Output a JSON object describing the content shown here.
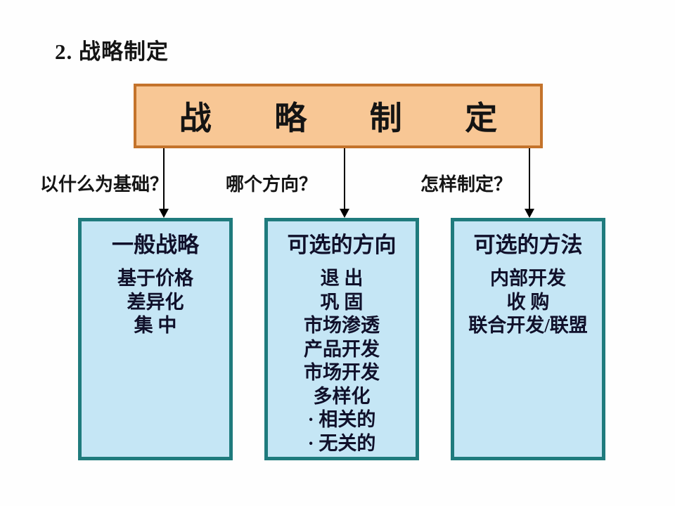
{
  "slide": {
    "title": "2. 战略制定"
  },
  "banner": {
    "text": "战 略 制 定"
  },
  "questions": [
    {
      "label": "以什么为基础？"
    },
    {
      "label": "哪个方向？"
    },
    {
      "label": "怎样制定？"
    }
  ],
  "boxes": [
    {
      "title": "一般战略",
      "items": [
        "基于价格",
        "差异化",
        "集 中"
      ]
    },
    {
      "title": "可选的方向",
      "items": [
        "退 出",
        "巩 固",
        "市场渗透",
        "产品开发",
        "市场开发",
        "多样化",
        "· 相关的",
        "· 无关的"
      ]
    },
    {
      "title": "可选的方法",
      "items": [
        "内部开发",
        "收 购",
        "联合开发/联盟"
      ]
    }
  ],
  "colors": {
    "banner_fill": "#F8C795",
    "banner_border": "#C4732B",
    "box_fill": "#C5E6F5",
    "box_border": "#1F7B7D",
    "arrow": "#000000",
    "text": "#141414",
    "box_text": "#10102a"
  }
}
